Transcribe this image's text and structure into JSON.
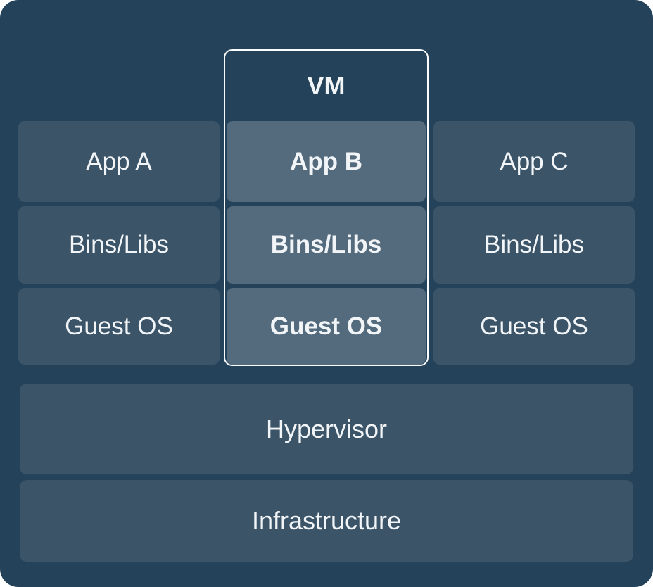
{
  "diagram": {
    "vm_label": "VM",
    "columns": [
      {
        "id": "stack-a",
        "highlighted": false,
        "cells": [
          "App A",
          "Bins/Libs",
          "Guest OS"
        ]
      },
      {
        "id": "stack-b",
        "highlighted": true,
        "cells": [
          "App B",
          "Bins/Libs",
          "Guest OS"
        ]
      },
      {
        "id": "stack-c",
        "highlighted": false,
        "cells": [
          "App C",
          "Bins/Libs",
          "Guest OS"
        ]
      }
    ],
    "layers": [
      "Hypervisor",
      "Infrastructure"
    ],
    "colors": {
      "canvas_background": "#24435a",
      "cell_background": "#3b5468",
      "highlighted_cell_background": "#546a7d",
      "vm_border": "#fafbfc",
      "text": "#f2f5f7",
      "page_background": "#ffffff"
    }
  }
}
